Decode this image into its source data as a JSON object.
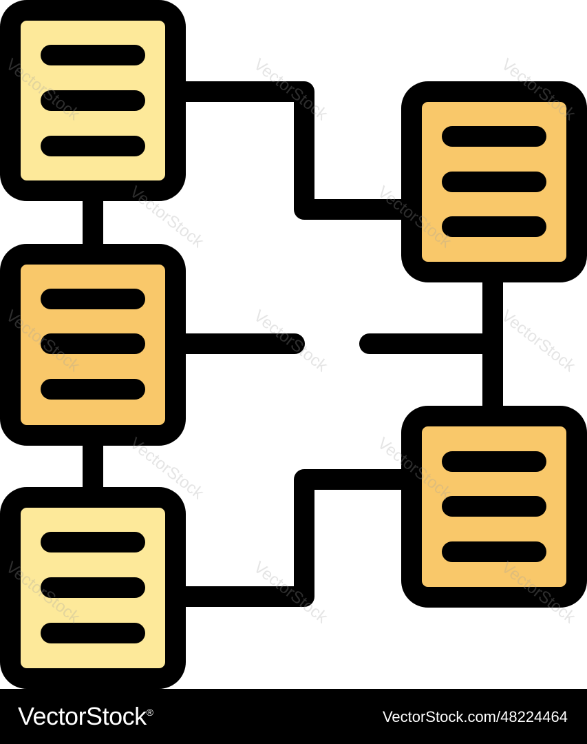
{
  "colors": {
    "stroke": "#000000",
    "light_fill": "#fde99a",
    "dark_fill": "#f9c86a",
    "background": "#ffffff",
    "footer_bg": "#000000",
    "footer_text": "#ffffff"
  },
  "nodes": [
    {
      "id": "doc-left-top",
      "fill": "light_fill",
      "icon": "document-lines-icon"
    },
    {
      "id": "doc-left-middle",
      "fill": "dark_fill",
      "icon": "document-lines-icon"
    },
    {
      "id": "doc-left-bottom",
      "fill": "light_fill",
      "icon": "document-lines-icon"
    },
    {
      "id": "doc-right-top",
      "fill": "dark_fill",
      "icon": "document-lines-icon"
    },
    {
      "id": "doc-right-bottom",
      "fill": "dark_fill",
      "icon": "document-lines-icon"
    }
  ],
  "watermark": "VectorStock",
  "footer": {
    "brand": "VectorStock",
    "registered": "®",
    "url_id": "VectorStock.com/48224464"
  }
}
